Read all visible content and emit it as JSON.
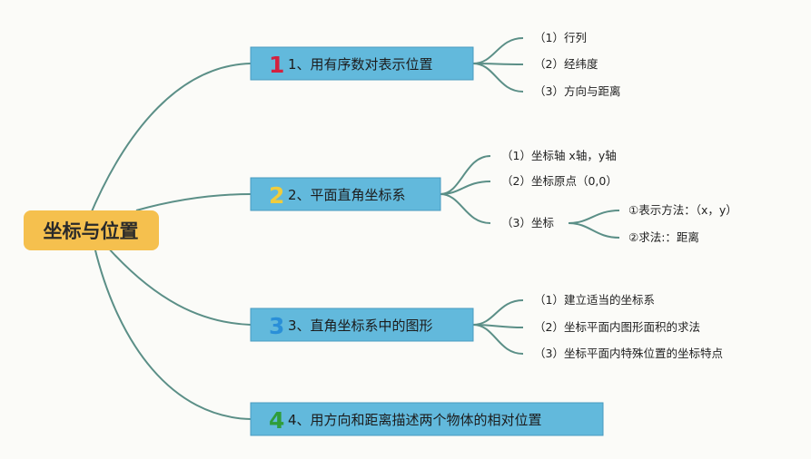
{
  "colors": {
    "center_fill": "#f5c04e",
    "branch_fill": "#62b9dc",
    "link": "#5b8f87",
    "number_1": "#d4213f",
    "number_2": "#f0cc3c",
    "number_3": "#2a8fd8",
    "number_4": "#2f9d3a"
  },
  "center": {
    "label": "坐标与位置"
  },
  "branches": [
    {
      "number": "1",
      "label": "1、用有序数对表示位置",
      "children": [
        {
          "label": "（1）行列"
        },
        {
          "label": "（2）经纬度"
        },
        {
          "label": "（3）方向与距离"
        }
      ]
    },
    {
      "number": "2",
      "label": "2、平面直角坐标系",
      "children": [
        {
          "label": "（1）坐标轴 x轴，y轴"
        },
        {
          "label": "（2）坐标原点（0,0）"
        },
        {
          "label": "（3）坐标",
          "children": [
            {
              "label": "①表示方法：（x，y）"
            },
            {
              "label": "②求法:：距离"
            }
          ]
        }
      ]
    },
    {
      "number": "3",
      "label": "3、直角坐标系中的图形",
      "children": [
        {
          "label": "（1）建立适当的坐标系"
        },
        {
          "label": "（2）坐标平面内图形面积的求法"
        },
        {
          "label": "（3）坐标平面内特殊位置的坐标特点"
        }
      ]
    },
    {
      "number": "4",
      "label": "4、用方向和距离描述两个物体的相对位置",
      "children": []
    }
  ]
}
